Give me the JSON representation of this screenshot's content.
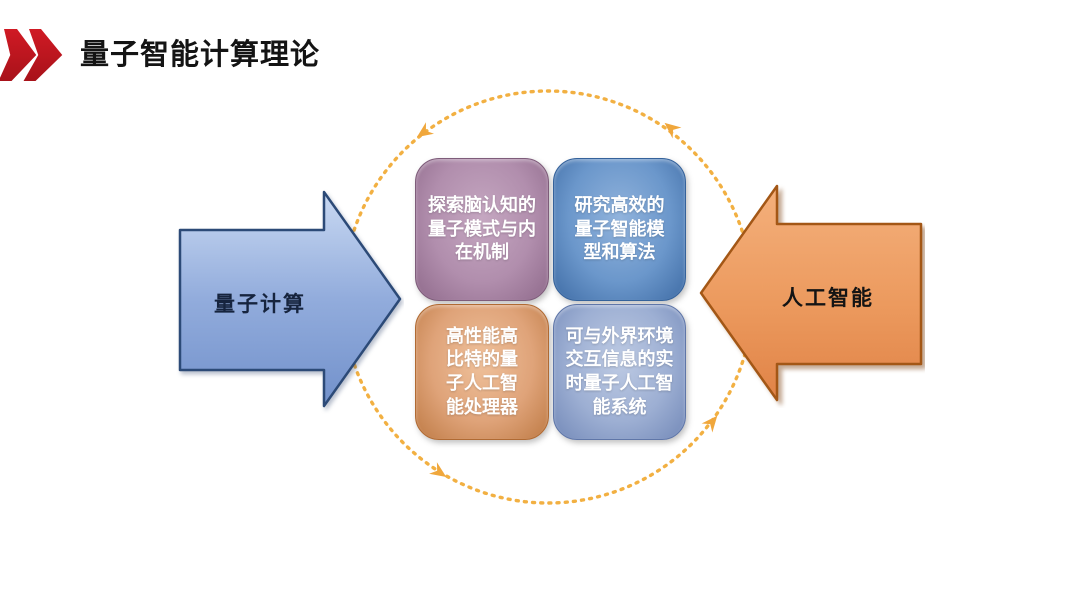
{
  "slide": {
    "title": "量子智能计算理论"
  },
  "colors": {
    "accent_red": "#C2161F",
    "cycle_orange": "#F2B042",
    "left_arrow_fill": "#7C9AD3",
    "left_arrow_outline": "#2C4A77",
    "right_arrow_fill": "#E98F52",
    "right_arrow_outline": "#A35716",
    "box_mauve": "#B18EAD",
    "box_blue": "#6B97CB",
    "box_tan": "#DFA379",
    "box_periwinkle": "#9DAFD3"
  },
  "left_arrow": {
    "label": "量子计算"
  },
  "right_arrow": {
    "label": "人工智能"
  },
  "cycle": {
    "style": "dashed",
    "direction": "counterclockwise",
    "arrowhead_count": 4
  },
  "boxes": [
    {
      "name": "brain-cognition-quantum-models",
      "text": "探索脑认知的\n量子模式与内\n在机制"
    },
    {
      "name": "efficient-quantum-ai-models",
      "text": "研究高效的\n量子智能模\n型和算法"
    },
    {
      "name": "high-performance-qubit-processor",
      "text": "高性能高\n比特的量\n子人工智\n能处理器"
    },
    {
      "name": "realtime-quantum-ai-system",
      "text": "可与外界环境\n交互信息的实\n时量子人工智\n能系统"
    }
  ]
}
